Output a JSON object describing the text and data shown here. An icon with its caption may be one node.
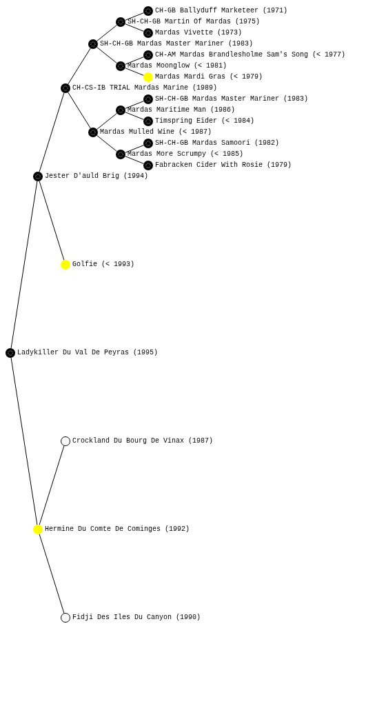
{
  "diagram": {
    "nodes": [
      {
        "text": [],
        "shape": "circle",
        "beside": [
          "CH-GB Ballyduff Marketeer (1971)"
        ]
      },
      {
        "text": [],
        "shape": "circle",
        "beside": [
          "SH-CH-GB Martin Of Mardas (1975)"
        ]
      },
      {
        "text": [],
        "shape": "circle",
        "beside": [
          "Mardas Vivette (1973)"
        ]
      },
      {
        "text": [],
        "shape": "circle",
        "beside": [
          "SH-CH-GB Mardas Master Mariner (1983)"
        ]
      },
      {
        "text": [],
        "shape": "circle",
        "beside": [
          "CH-AM Mardas Brandlesholme Sam's Song (< 1977)"
        ]
      },
      {
        "text": [],
        "shape": "circle",
        "beside": [
          "Mardas Moonglow (< 1981)"
        ]
      },
      {
        "text": [],
        "shape": "circle",
        "beside": [
          "Mardas Mardi Gras (< 1979)"
        ]
      },
      {
        "text": [],
        "shape": "circle",
        "beside": [
          "CH-CS-IB TRIAL Mardas Marine (1989)"
        ]
      },
      {
        "text": [],
        "shape": "circle",
        "beside": [
          "SH-CH-GB Mardas Master Mariner (1983)"
        ]
      },
      {
        "text": [],
        "shape": "circle",
        "beside": [
          "Mardas Maritime Man (1986)"
        ]
      },
      {
        "text": [],
        "shape": "circle",
        "beside": [
          "Timspring Eider (< 1984)"
        ]
      },
      {
        "text": [],
        "shape": "circle",
        "beside": [
          "Mardas Mulled Wine (< 1987)"
        ]
      },
      {
        "text": [],
        "shape": "circle",
        "beside": [
          "SH-CH-GB Mardas Samoori (1982)"
        ]
      },
      {
        "text": [],
        "shape": "circle",
        "beside": [
          "Mardas More Scrumpy (< 1985)"
        ]
      },
      {
        "text": [],
        "shape": "circle",
        "beside": [
          "Fabracken Cider With Rosie (1979)"
        ]
      },
      {
        "text": [],
        "shape": "circle",
        "beside": [
          "Jester D'auld Brig (1994)"
        ]
      },
      {
        "text": [],
        "shape": "circle",
        "beside": [
          "Golfie (< 1993)"
        ]
      },
      {
        "text": [],
        "shape": "circle",
        "beside": [
          "Ladykiller Du Val De Peyras (1995)"
        ]
      },
      {
        "text": [],
        "shape": "circle",
        "beside": [
          "Crockland Du Bourg De Vinax (1987)"
        ]
      },
      {
        "text": [],
        "shape": "circle",
        "beside": [
          "Hermine Du Comte De Cominges (1992)"
        ]
      },
      {
        "text": [],
        "shape": "circle",
        "beside": [
          "Fidji Des Iles Du Canyon (1990)"
        ]
      }
    ],
    "edges": [
      {
        "from": 17,
        "to": 15,
        "arrow": "none"
      },
      {
        "from": 17,
        "to": 19,
        "arrow": "none"
      },
      {
        "from": 15,
        "to": 7,
        "arrow": "none"
      },
      {
        "from": 15,
        "to": 16,
        "arrow": "none"
      },
      {
        "from": 7,
        "to": 3,
        "arrow": "none"
      },
      {
        "from": 7,
        "to": 11,
        "arrow": "none"
      },
      {
        "from": 3,
        "to": 1,
        "arrow": "none"
      },
      {
        "from": 3,
        "to": 5,
        "arrow": "none"
      },
      {
        "from": 1,
        "to": 0,
        "arrow": "none"
      },
      {
        "from": 1,
        "to": 2,
        "arrow": "none"
      },
      {
        "from": 5,
        "to": 4,
        "arrow": "none"
      },
      {
        "from": 5,
        "to": 6,
        "arrow": "none"
      },
      {
        "from": 11,
        "to": 9,
        "arrow": "none"
      },
      {
        "from": 11,
        "to": 13,
        "arrow": "none"
      },
      {
        "from": 9,
        "to": 8,
        "arrow": "none"
      },
      {
        "from": 9,
        "to": 10,
        "arrow": "none"
      },
      {
        "from": 13,
        "to": 12,
        "arrow": "none"
      },
      {
        "from": 13,
        "to": 14,
        "arrow": "none"
      },
      {
        "from": 19,
        "to": 18,
        "arrow": "none"
      },
      {
        "from": 19,
        "to": 20,
        "arrow": "none"
      }
    ]
  }
}
